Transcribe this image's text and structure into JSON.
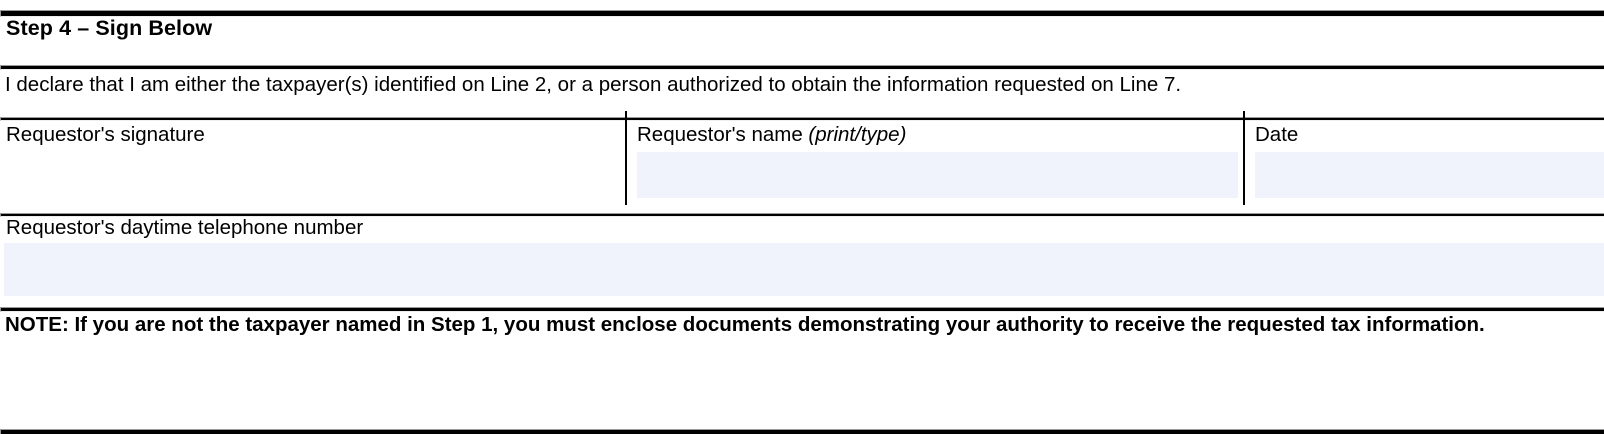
{
  "form": {
    "step_heading": "Step 4 – Sign Below",
    "declaration": "I declare that I am either the taxpayer(s) identified on Line 2, or a person authorized to obtain the information requested on Line 7.",
    "fields": {
      "signature": {
        "label": "Requestor's signature",
        "value": "",
        "placeholder": ""
      },
      "name": {
        "label": "Requestor's name ",
        "label_italic": "(print/type)",
        "value": "",
        "placeholder": ""
      },
      "date": {
        "label": "Date",
        "value": "",
        "placeholder": ""
      },
      "phone": {
        "label": "Requestor's daytime telephone number",
        "value": "",
        "placeholder": ""
      }
    },
    "note": "NOTE: If you are not the taxpayer named in Step 1, you must enclose documents demonstrating your authority to receive the requested tax information.",
    "colors": {
      "field_fill": "#f0f2fc",
      "rule": "#000000",
      "text": "#000000",
      "background": "#ffffff"
    }
  }
}
